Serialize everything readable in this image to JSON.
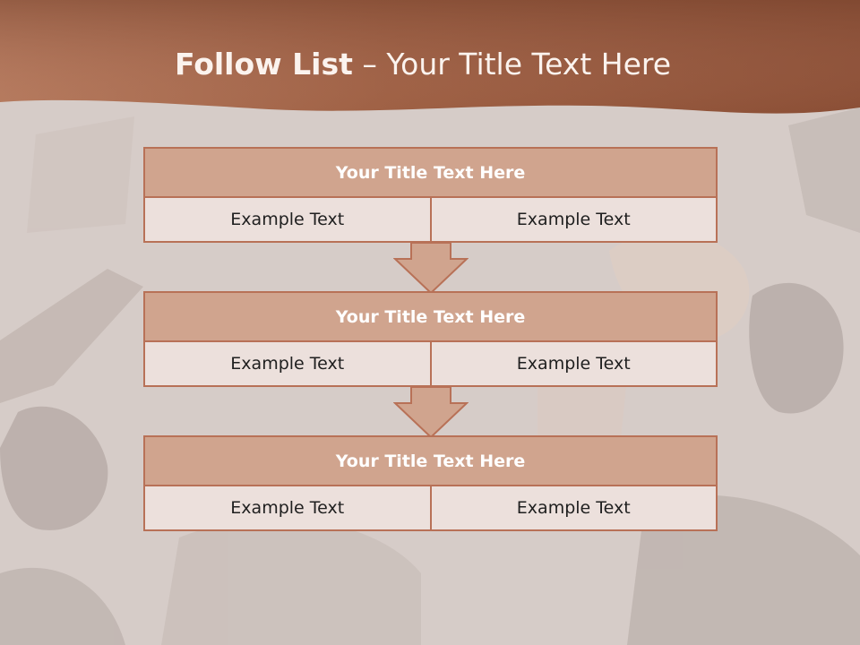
{
  "title": {
    "bold": "Follow List",
    "rest": "  – Your Title Text Here"
  },
  "blocks": [
    {
      "title": "Your Title Text Here",
      "left": "Example Text",
      "right": "Example Text"
    },
    {
      "title": "Your Title Text Here",
      "left": "Example Text",
      "right": "Example Text"
    },
    {
      "title": "Your Title Text Here",
      "left": "Example Text",
      "right": "Example Text"
    }
  ],
  "colors": {
    "header": "#a86a4c",
    "box_title": "#d0a48e",
    "box_cell": "#ece0dc",
    "border": "#b87157"
  }
}
